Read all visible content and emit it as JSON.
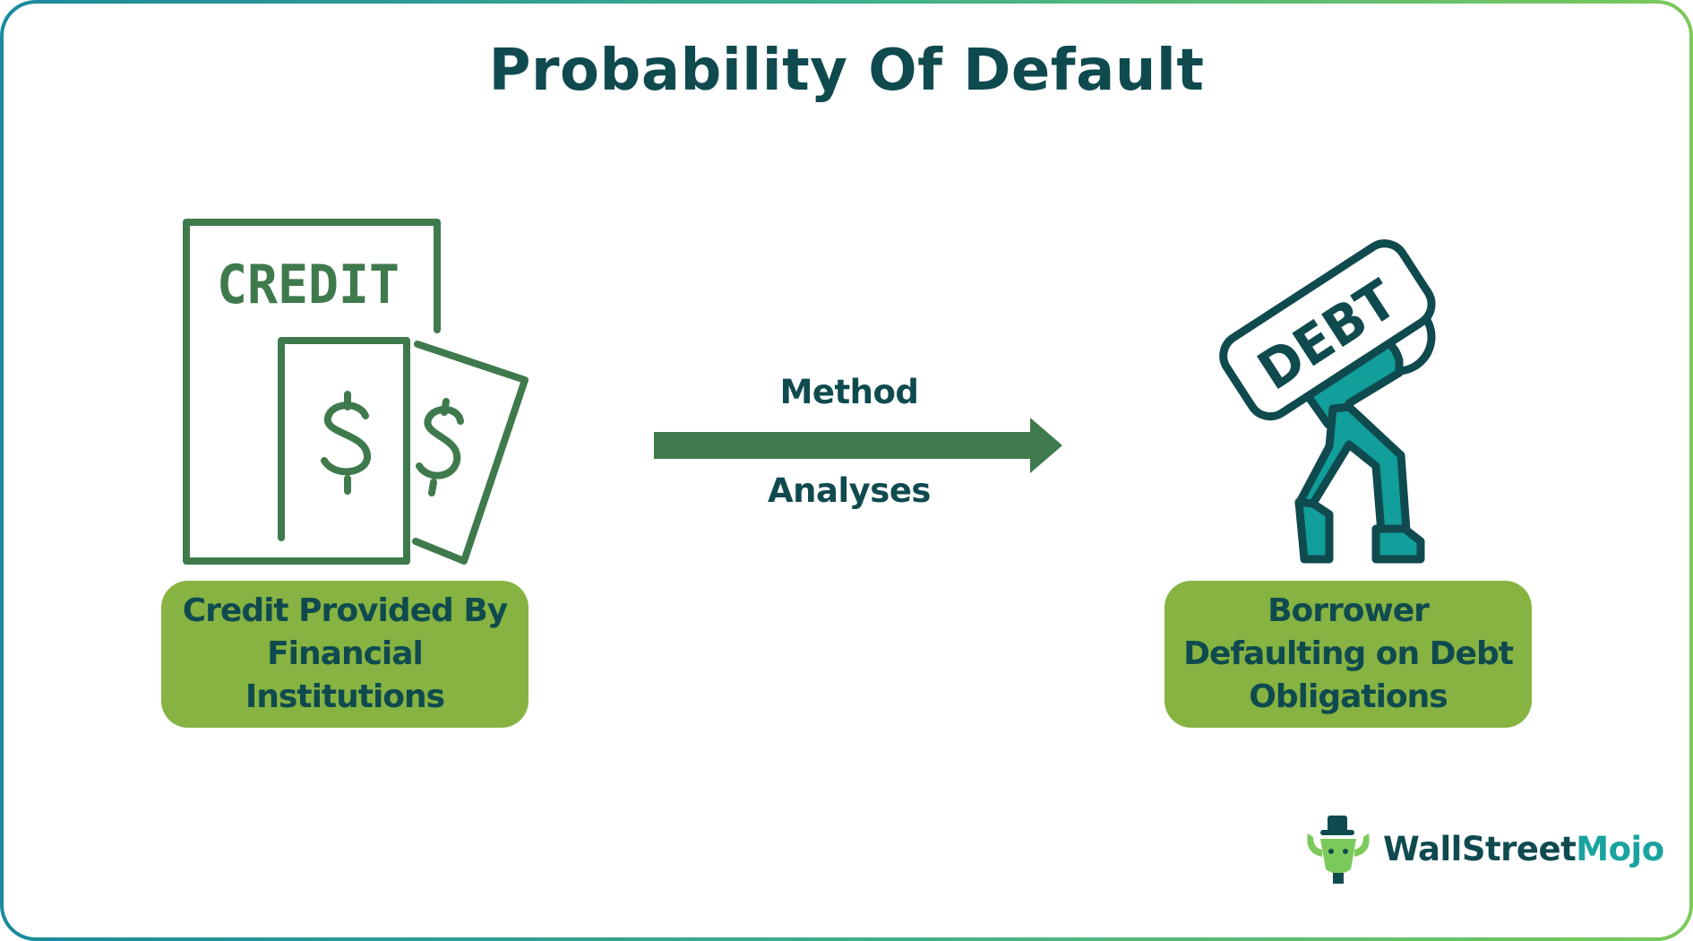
{
  "title": "Probability Of Default",
  "left": {
    "icon_text": "CREDIT",
    "label": "Credit Provided By Financial Institutions"
  },
  "right": {
    "icon_text": "DEBT",
    "label": "Borrower Defaulting on Debt Obligations"
  },
  "arrow": {
    "top_label": "Method",
    "bottom_label": "Analyses"
  },
  "logo": {
    "part1": "WallStreet",
    "part2": "Mojo"
  },
  "colors": {
    "title": "#0f4a4f",
    "box": "#86b341",
    "icon_green": "#3f7a4d",
    "debt_teal": "#129e9a",
    "dark": "#0f4a4f"
  }
}
